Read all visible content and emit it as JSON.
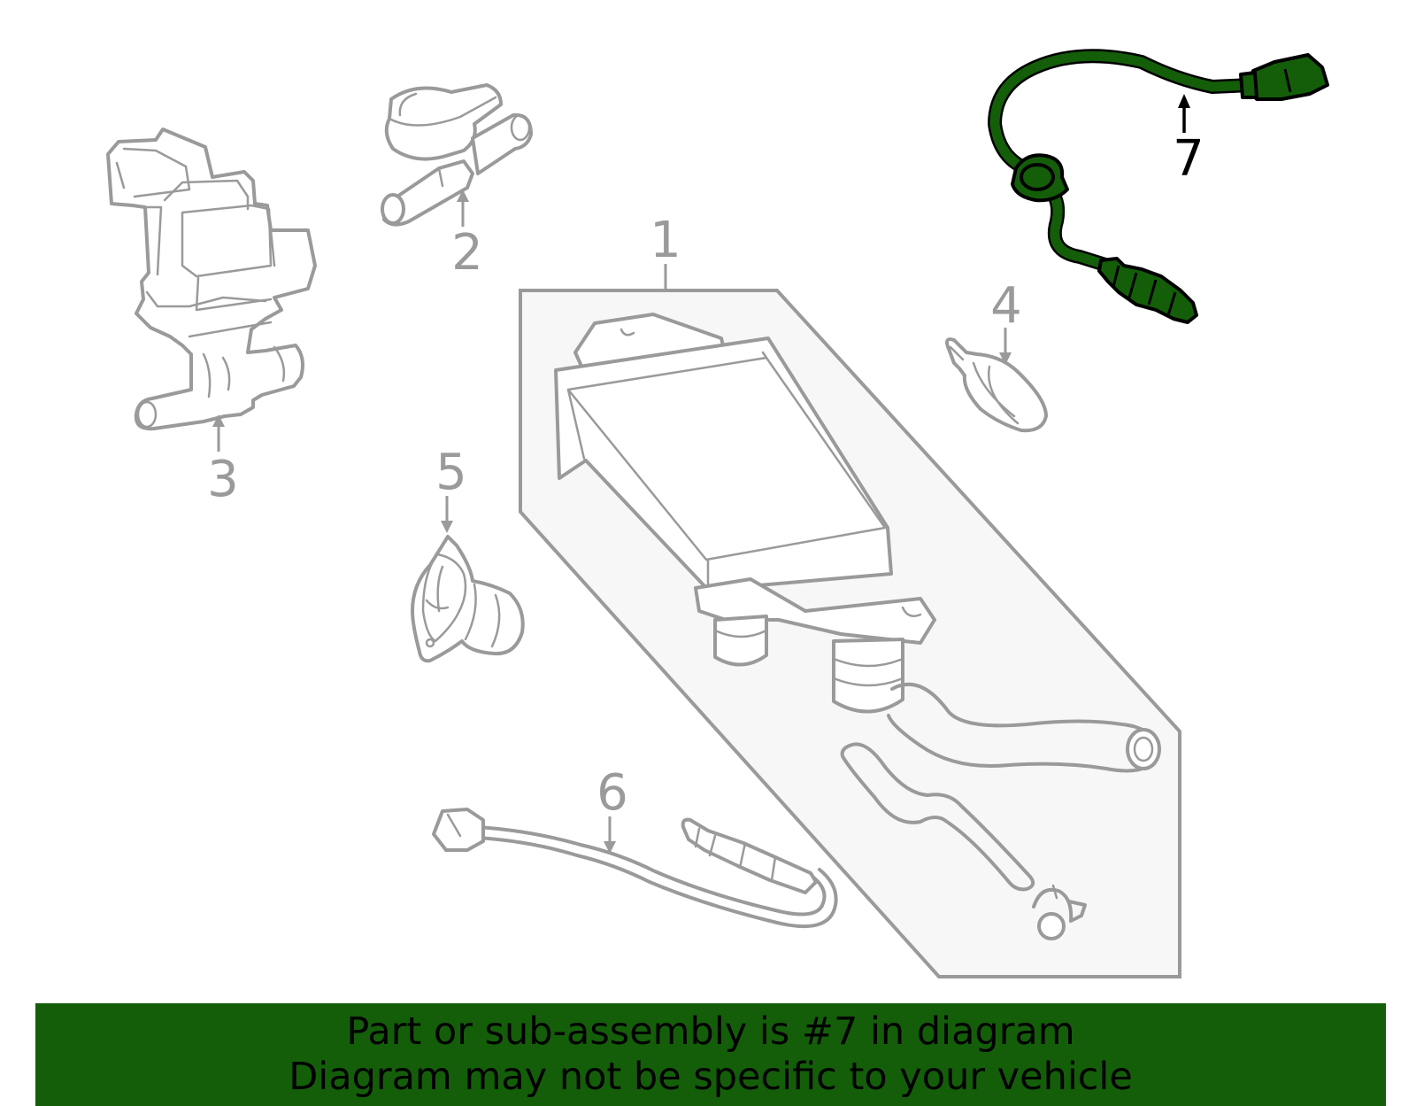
{
  "highlight_color": "#145e0a",
  "callouts": {
    "p1": "1",
    "p2": "2",
    "p3": "3",
    "p4": "4",
    "p5": "5",
    "p6": "6",
    "p7": "7"
  },
  "highlighted_part": "7",
  "banner": {
    "line1": "Part or sub-assembly is #7 in diagram",
    "line2": "Diagram may not be specific to your vehicle"
  }
}
